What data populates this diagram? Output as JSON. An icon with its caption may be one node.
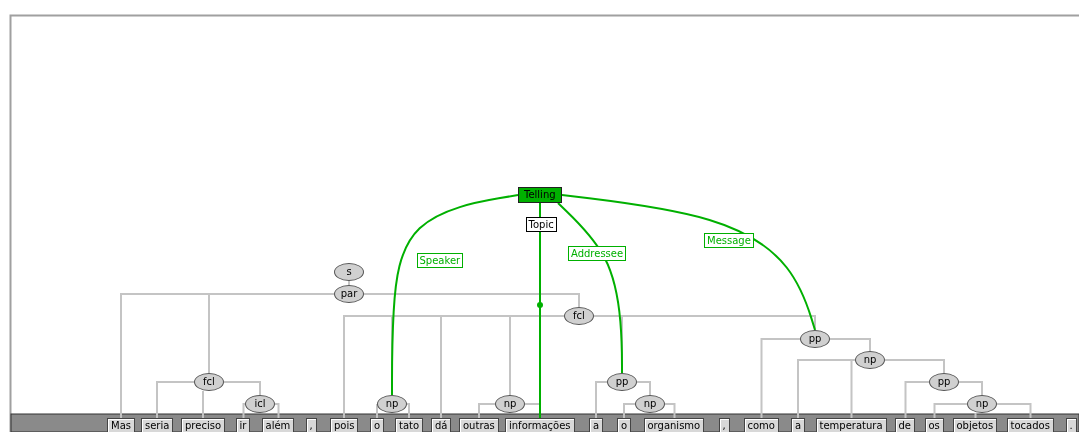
{
  "diagram": {
    "nodes": [
      {
        "text": [
          "Telling"
        ]
      },
      {
        "text": [
          "s"
        ]
      },
      {
        "text": [
          "par"
        ]
      },
      {
        "text": [
          "fcl"
        ]
      },
      {
        "text": [
          "icl"
        ]
      },
      {
        "text": [
          "fcl"
        ]
      },
      {
        "text": [
          "np"
        ]
      },
      {
        "text": [
          "np"
        ]
      },
      {
        "text": [
          "pp"
        ]
      },
      {
        "text": [
          "np"
        ]
      },
      {
        "text": [
          "pp"
        ]
      },
      {
        "text": [
          "np"
        ]
      },
      {
        "text": [
          "pp"
        ]
      },
      {
        "text": [
          "np"
        ]
      },
      {
        "text": [
          "Mas"
        ]
      },
      {
        "text": [
          "seria"
        ]
      },
      {
        "text": [
          "preciso"
        ]
      },
      {
        "text": [
          "ir"
        ]
      },
      {
        "text": [
          "além"
        ]
      },
      {
        "text": [
          ","
        ]
      },
      {
        "text": [
          "pois"
        ]
      },
      {
        "text": [
          "o"
        ]
      },
      {
        "text": [
          "tato"
        ]
      },
      {
        "text": [
          "dá"
        ]
      },
      {
        "text": [
          "outras"
        ]
      },
      {
        "text": [
          "informações"
        ]
      },
      {
        "text": [
          "a"
        ]
      },
      {
        "text": [
          "o"
        ]
      },
      {
        "text": [
          "organismo"
        ]
      },
      {
        "text": [
          ","
        ]
      },
      {
        "text": [
          "como"
        ]
      },
      {
        "text": [
          "a"
        ]
      },
      {
        "text": [
          "temperatura"
        ]
      },
      {
        "text": [
          "de"
        ]
      },
      {
        "text": [
          "os"
        ]
      },
      {
        "text": [
          "objetos"
        ]
      },
      {
        "text": [
          "tocados"
        ]
      },
      {
        "text": [
          "."
        ]
      }
    ],
    "edges": [
      {
        "from": 1,
        "to": 2,
        "arrow": "none"
      },
      {
        "from": 2,
        "to": 14,
        "arrow": "none"
      },
      {
        "from": 2,
        "to": 3,
        "arrow": "none"
      },
      {
        "from": 2,
        "to": 5,
        "arrow": "none"
      },
      {
        "from": 3,
        "to": 15,
        "arrow": "none"
      },
      {
        "from": 3,
        "to": 16,
        "arrow": "none"
      },
      {
        "from": 3,
        "to": 4,
        "arrow": "none"
      },
      {
        "from": 4,
        "to": 17,
        "arrow": "none"
      },
      {
        "from": 4,
        "to": 18,
        "arrow": "none"
      },
      {
        "from": 5,
        "to": 20,
        "arrow": "none"
      },
      {
        "from": 5,
        "to": 6,
        "arrow": "none"
      },
      {
        "from": 5,
        "to": 23,
        "arrow": "none"
      },
      {
        "from": 5,
        "to": 7,
        "arrow": "none"
      },
      {
        "from": 5,
        "to": 8,
        "arrow": "none"
      },
      {
        "from": 5,
        "to": 10,
        "arrow": "none"
      },
      {
        "from": 6,
        "to": 21,
        "arrow": "none"
      },
      {
        "from": 6,
        "to": 22,
        "arrow": "none"
      },
      {
        "from": 7,
        "to": 24,
        "arrow": "none"
      },
      {
        "from": 7,
        "to": 25,
        "arrow": "none"
      },
      {
        "from": 8,
        "to": 26,
        "arrow": "none"
      },
      {
        "from": 8,
        "to": 9,
        "arrow": "none"
      },
      {
        "from": 9,
        "to": 27,
        "arrow": "none"
      },
      {
        "from": 9,
        "to": 28,
        "arrow": "none"
      },
      {
        "from": 10,
        "to": 30,
        "arrow": "none"
      },
      {
        "from": 10,
        "to": 11,
        "arrow": "none"
      },
      {
        "from": 11,
        "to": 31,
        "arrow": "none"
      },
      {
        "from": 11,
        "to": 32,
        "arrow": "none"
      },
      {
        "from": 11,
        "to": 12,
        "arrow": "none"
      },
      {
        "from": 12,
        "to": 33,
        "arrow": "none"
      },
      {
        "from": 12,
        "to": 13,
        "arrow": "none"
      },
      {
        "from": 13,
        "to": 34,
        "arrow": "none"
      },
      {
        "from": 13,
        "to": 35,
        "arrow": "none"
      },
      {
        "from": 13,
        "to": 36,
        "arrow": "none"
      },
      {
        "from": 0,
        "to": 6,
        "arrow": "none",
        "label": "Speaker",
        "color": "#00b000"
      },
      {
        "from": 0,
        "to": 25,
        "arrow": "none",
        "label": "Topic",
        "color": "#00b000"
      },
      {
        "from": 0,
        "to": 8,
        "arrow": "none",
        "label": "Addressee",
        "color": "#00b000"
      },
      {
        "from": 0,
        "to": 10,
        "arrow": "none",
        "label": "Message",
        "color": "#00b000"
      }
    ]
  }
}
